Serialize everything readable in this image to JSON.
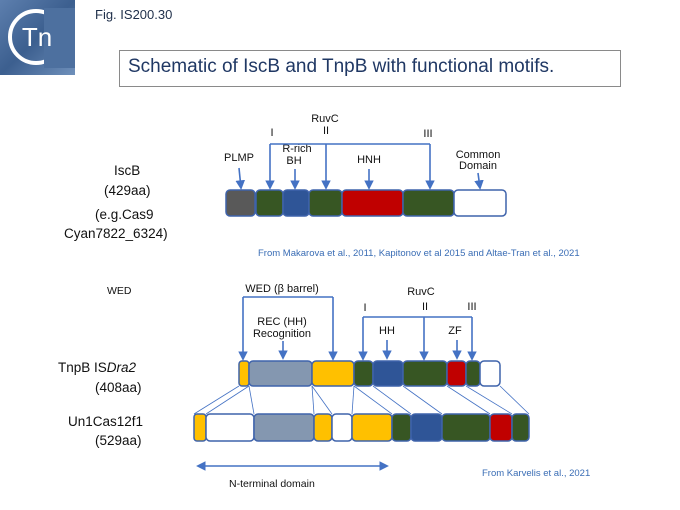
{
  "logo": {
    "text": "Tn"
  },
  "figure_label": "Fig. IS200.30",
  "title": "Schematic of IscB and TnpB with functional motifs.",
  "iscb": {
    "name": "IscB",
    "size": "(429aa)",
    "example_1": "(e.g.Cas9",
    "example_2": "Cyan7822_6324)",
    "citation": "From  Makarova et al., 2011, Kapitonov et al 2015 and Altae-Tran et al., 2021",
    "motifs": {
      "plmp": "PLMP",
      "rich_1": "R-rich",
      "rich_2": "BH",
      "hnh": "HNH",
      "common_1": "Common",
      "common_2": "Domain",
      "ruvc": "RuvC",
      "i": "I",
      "ii": "II",
      "iii": "III"
    }
  },
  "tnpb": {
    "wed_side_label": "WED",
    "wed_barrel": "WED (β barrel)",
    "rec_1": "REC (HH)",
    "rec_2": "Recognition",
    "ruvc": "RuvC",
    "i": "I",
    "ii": "II",
    "iii": "III",
    "hh": "HH",
    "zf": "ZF",
    "name_prefix": "TnpB IS",
    "name_italic": "Dra2",
    "size": "(408aa)"
  },
  "cas12": {
    "name": "Un1Cas12f1",
    "size": "(529aa)"
  },
  "n_terminal": "N-terminal domain",
  "citation_karvelis": "From Karvelis et al., 2021",
  "colors": {
    "grey": "#595959",
    "green": "#375623",
    "blue": "#2f5597",
    "red": "#c00000",
    "white": "#ffffff",
    "steel": "#8497b0",
    "yellow": "#ffc000",
    "outline": "#3f63ab",
    "arrow": "#4472c4"
  },
  "iscb_segments": [
    "grey",
    "green",
    "blue",
    "green",
    "red",
    "green",
    "white"
  ],
  "tnpb_segments": [
    "yellow",
    "steel",
    "yellow",
    "green",
    "blue",
    "green",
    "red",
    "green",
    "white"
  ],
  "cas12_segments": [
    "yellow",
    "white",
    "steel",
    "yellow",
    "white",
    "yellow",
    "green",
    "blue",
    "green",
    "red",
    "green"
  ]
}
